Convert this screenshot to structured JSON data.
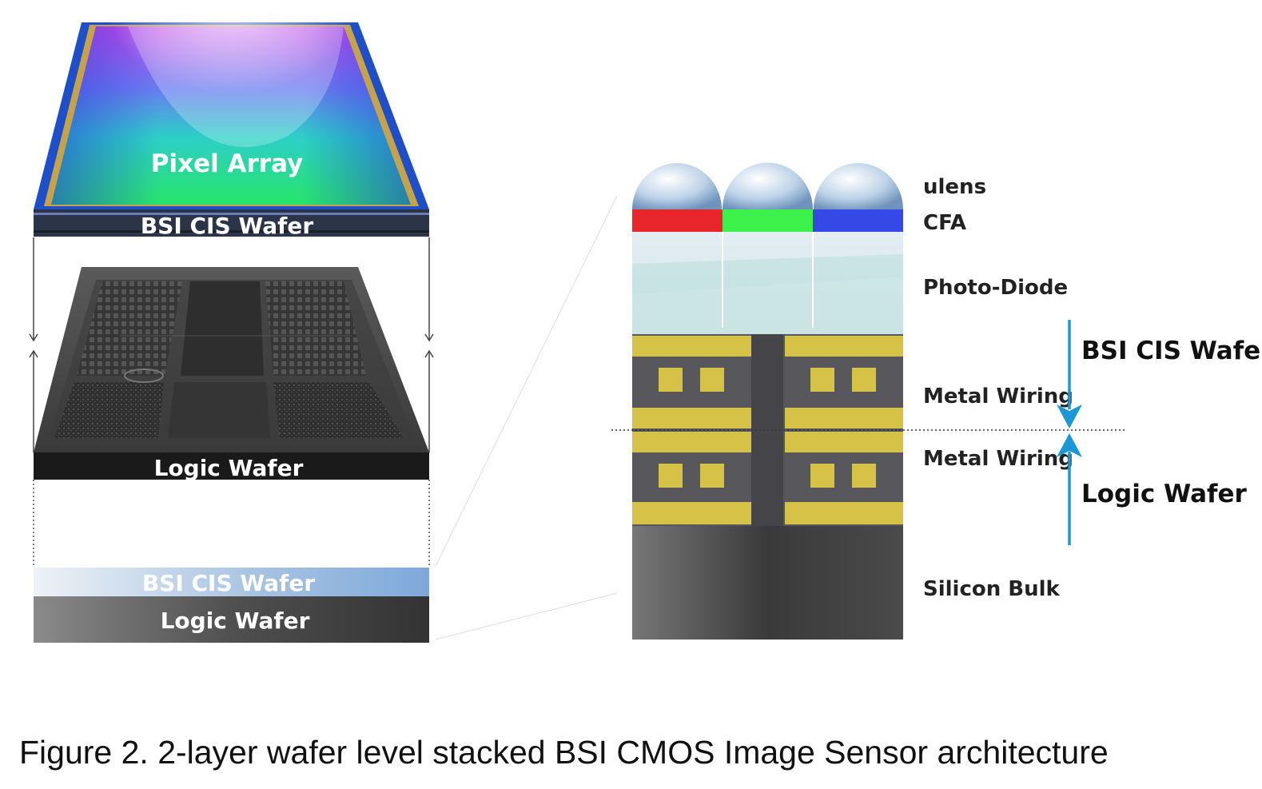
{
  "left_stack": {
    "pixel_array": "Pixel Array",
    "bsi_cis_wafer_top": "BSI CIS Wafer",
    "logic_wafer_mid": "Logic Wafer",
    "bsi_cis_wafer_bottom": "BSI CIS Wafer",
    "logic_wafer_bottom": "Logic Wafer"
  },
  "cross_section": {
    "ulens": "ulens",
    "cfa": "CFA",
    "photo_diode": "Photo-Diode",
    "metal_wiring_top": "Metal Wiring",
    "metal_wiring_bottom": "Metal Wiring",
    "silicon_bulk": "Silicon Bulk",
    "bsi_cis_wafer": "BSI CIS Wafer",
    "logic_wafer": "Logic Wafer",
    "cfa_colors": [
      "#e8252b",
      "#3cf14a",
      "#3549e6"
    ]
  },
  "caption": "Figure 2. 2-layer wafer level stacked BSI CMOS Image Sensor architecture"
}
